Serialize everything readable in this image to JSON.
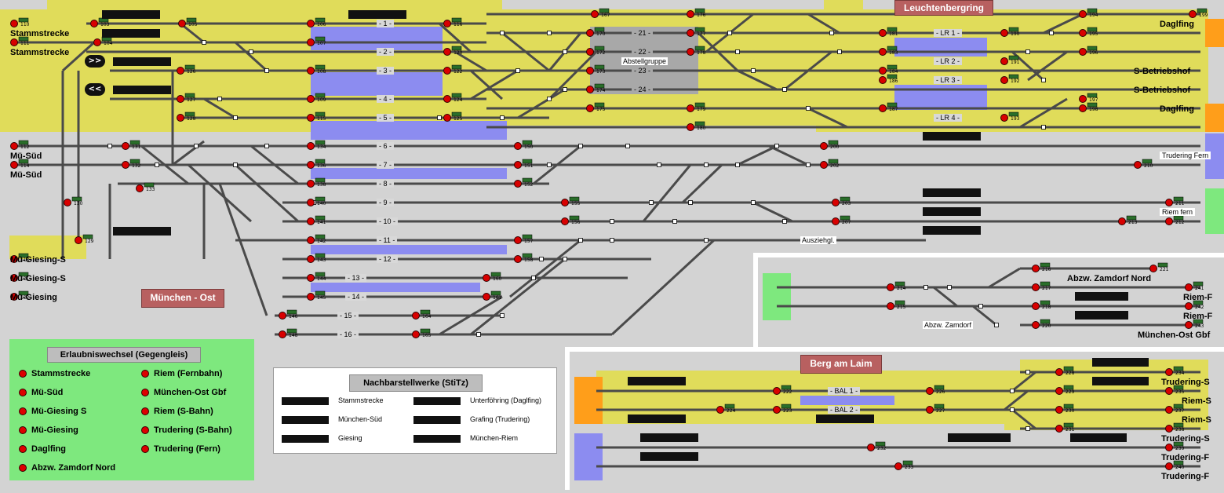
{
  "stations": {
    "leuchtenbergring": "Leuchtenbergring",
    "muenchen_ost": "München - Ost",
    "berg_am_laim": "Berg am Laim"
  },
  "left_labels": [
    "Stammstrecke",
    "Stammstrecke",
    "Mü-Süd",
    "Mü-Süd",
    "Mü-Giesing-S",
    "Mü-Giesing-S",
    "Mü-Giesing"
  ],
  "right_labels_top": [
    "Daglfing",
    "S-Betriebshof",
    "S-Betriebshof",
    "Daglfing"
  ],
  "right_labels_mid": [
    "Trudering Fern",
    "Riem fern"
  ],
  "right_labels_zamdorf": [
    "Abzw. Zamdorf Nord",
    "Riem-F",
    "Riem-F",
    "München-Ost Gbf"
  ],
  "right_labels_bal": [
    "Trudering-S",
    "Riem-S",
    "Riem-S",
    "Trudering-S",
    "Trudering-F",
    "Trudering-F"
  ],
  "tracks_main": [
    "- 1 -",
    "- 2 -",
    "- 3 -",
    "- 4 -",
    "- 5 -",
    "- 6 -",
    "- 7 -",
    "- 8 -",
    "- 9 -",
    "- 10 -",
    "- 11 -",
    "- 12 -",
    "- 13 -",
    "- 14 -",
    "- 15 -",
    "- 16 -"
  ],
  "tracks_abstell": [
    "- 21 -",
    "- 22 -",
    "- 23 -",
    "- 24 -"
  ],
  "abstellgruppe": "Abstellgruppe",
  "tracks_lr": [
    "- LR 1 -",
    "- LR 2 -",
    "- LR 3 -",
    "- LR 4 -"
  ],
  "tracks_bal": [
    "- BAL 1 -",
    "- BAL 2 -"
  ],
  "misc": {
    "ausziehgl": "Ausziehgl.",
    "abzw_zamdorf": "Abzw. Zamdorf"
  },
  "legend": {
    "title": "Erlaubniswechsel (Gegengleis)",
    "left": [
      "Stammstrecke",
      "Mü-Süd",
      "Mü-Giesing S",
      "Mü-Giesing",
      "Daglfing",
      "Abzw. Zamdorf Nord"
    ],
    "right": [
      "Riem (Fernbahn)",
      "München-Ost Gbf",
      "Riem (S-Bahn)",
      "Trudering (S-Bahn)",
      "Trudering (Fern)"
    ]
  },
  "nachbar": {
    "title": "Nachbarstellwerke (StiTz)",
    "left": [
      "Stammstrecke",
      "München-Süd",
      "Giesing"
    ],
    "right": [
      "Unterföhring (Daglfing)",
      "Grafing (Trudering)",
      "München-Riem"
    ]
  },
  "buttons": {
    "fwd": ">>",
    "back": "<<"
  },
  "signal_numbers": [
    "110",
    "111",
    "112",
    "114",
    "118",
    "101",
    "102",
    "103",
    "104",
    "105",
    "106",
    "107",
    "108",
    "109",
    "115",
    "116",
    "120",
    "122",
    "124",
    "125",
    "126",
    "127",
    "128",
    "129",
    "130",
    "131",
    "132",
    "133",
    "134",
    "136",
    "138",
    "140",
    "141",
    "142",
    "143",
    "144",
    "145",
    "146",
    "148",
    "150",
    "151",
    "152",
    "155",
    "156",
    "157",
    "158",
    "160",
    "161",
    "164",
    "165",
    "167",
    "170",
    "172",
    "173",
    "174",
    "175",
    "176",
    "177",
    "178",
    "179",
    "180",
    "181",
    "183",
    "184",
    "186",
    "187",
    "190",
    "191",
    "192",
    "193",
    "194",
    "195",
    "196",
    "197",
    "198",
    "199",
    "200",
    "202",
    "203",
    "207",
    "210",
    "211",
    "212",
    "213",
    "214",
    "215",
    "216",
    "217",
    "218",
    "220",
    "221",
    "222",
    "223",
    "224",
    "226",
    "227",
    "228",
    "229",
    "230",
    "231",
    "232",
    "233",
    "234",
    "235",
    "237",
    "238",
    "239",
    "240",
    "241",
    "242",
    "243",
    "244",
    "246",
    "247",
    "248",
    "249",
    "250",
    "251",
    "252",
    "253",
    "254",
    "255",
    "256",
    "257",
    "258",
    "259",
    "260",
    "261",
    "262",
    "263",
    "264",
    "265",
    "266",
    "267",
    "270",
    "271",
    "272",
    "273",
    "274",
    "275",
    "276",
    "277",
    "278",
    "279",
    "280",
    "281",
    "283",
    "284",
    "285",
    "286",
    "287",
    "288",
    "289",
    "290",
    "291",
    "292",
    "294",
    "295",
    "296",
    "297",
    "298",
    "299",
    "300",
    "303",
    "306",
    "307",
    "309",
    "310",
    "311",
    "312",
    "313",
    "314",
    "316",
    "317",
    "318",
    "320",
    "321",
    "322",
    "326",
    "328",
    "329",
    "330",
    "331",
    "332",
    "333",
    "334",
    "336",
    "337",
    "338",
    "339",
    "340",
    "341",
    "342",
    "343",
    "344",
    "345",
    "346",
    "348",
    "349",
    "350",
    "351",
    "352",
    "354"
  ],
  "colors": {
    "background": "#d3d3d3",
    "yellow_zone": "#e0dc5a",
    "blue_track": "#8c8cf0",
    "green_zone": "#7ee87e",
    "orange": "#ff9e1a",
    "station_box": "#b86060",
    "abstell_grey": "#a8a8a8"
  }
}
